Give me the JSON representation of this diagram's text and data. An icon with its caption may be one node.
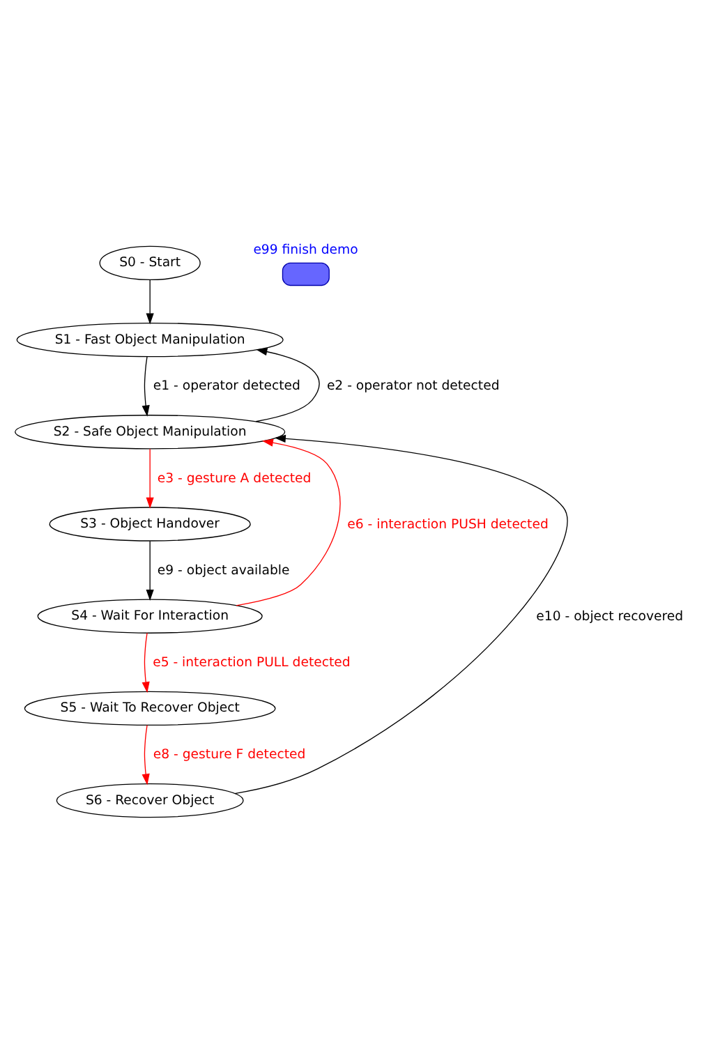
{
  "diagram": {
    "nodes": [
      {
        "text": [
          "S0 - Start"
        ]
      },
      {
        "text": [
          "e99 finish demo"
        ]
      },
      {
        "text": [
          "S1 - Fast Object Manipulation"
        ]
      },
      {
        "text": [
          "S2 - Safe Object Manipulation"
        ]
      },
      {
        "text": [
          "S3 - Object Handover"
        ]
      },
      {
        "text": [
          "S4 - Wait For Interaction"
        ]
      },
      {
        "text": [
          "S5 - Wait To Recover Object"
        ]
      },
      {
        "text": [
          "S6 - Recover Object"
        ]
      }
    ],
    "edges": [
      {
        "from": 0,
        "to": 2,
        "arrow": "to"
      },
      {
        "from": 2,
        "to": 3,
        "arrow": "to",
        "label": "e1 - operator detected"
      },
      {
        "from": 3,
        "to": 2,
        "arrow": "to",
        "label": "e2 - operator not detected"
      },
      {
        "from": 3,
        "to": 4,
        "arrow": "to",
        "label": "e3 - gesture A detected",
        "color": "#ff0000"
      },
      {
        "from": 4,
        "to": 5,
        "arrow": "to",
        "label": "e9 - object available"
      },
      {
        "from": 5,
        "to": 3,
        "arrow": "to",
        "label": "e6 - interaction PUSH detected",
        "color": "#ff0000"
      },
      {
        "from": 5,
        "to": 6,
        "arrow": "to",
        "label": "e5 - interaction PULL detected",
        "color": "#ff0000"
      },
      {
        "from": 6,
        "to": 7,
        "arrow": "to",
        "label": "e8 - gesture F detected",
        "color": "#ff0000"
      },
      {
        "from": 7,
        "to": 3,
        "arrow": "to",
        "label": "e10 - object recovered"
      }
    ]
  }
}
